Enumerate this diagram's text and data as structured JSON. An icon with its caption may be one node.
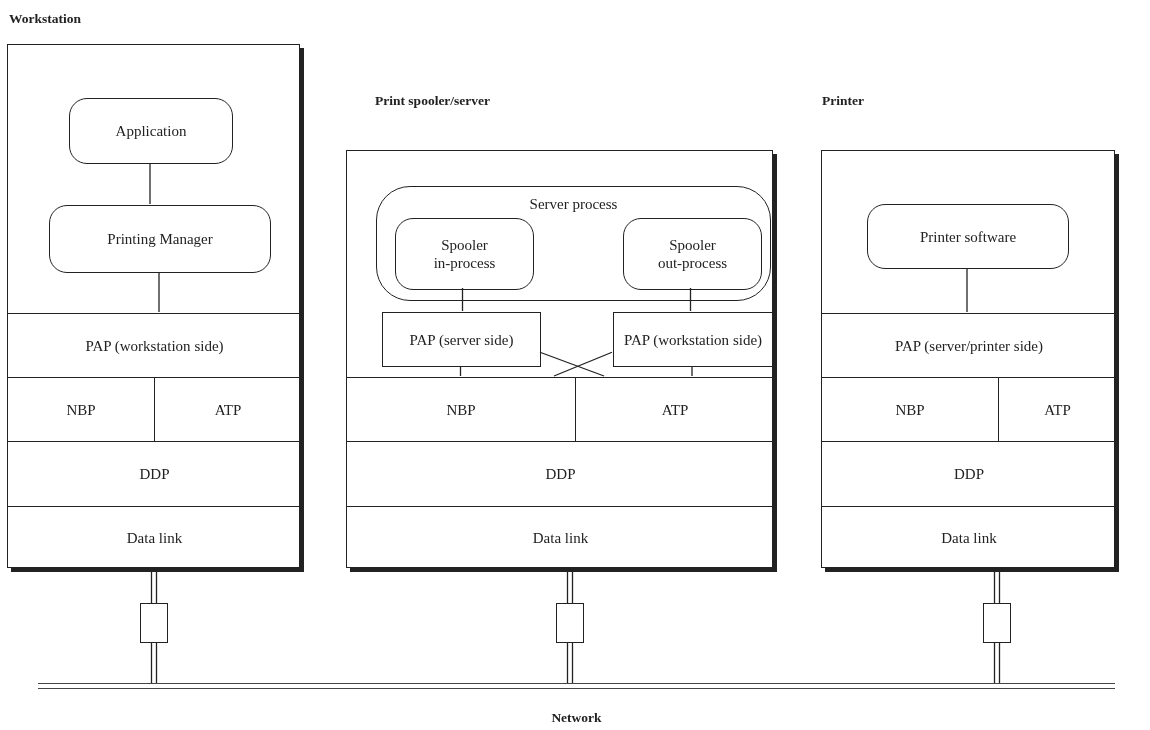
{
  "diagram": {
    "nodes": [
      {
        "text": [
          "Workstation"
        ]
      },
      {
        "text": [
          "Application"
        ],
        "in": 0
      },
      {
        "text": [
          "Printing Manager"
        ],
        "in": 0
      },
      {
        "text": [
          "PAP (workstation side)"
        ],
        "in": 0
      },
      {
        "text": [
          "NBP"
        ],
        "in": 0
      },
      {
        "text": [
          "ATP"
        ],
        "in": 0
      },
      {
        "text": [
          "DDP"
        ],
        "in": 0
      },
      {
        "text": [
          "Data link"
        ],
        "in": 0
      },
      {
        "text": [
          "Print spooler/server"
        ]
      },
      {
        "text": [
          "Server process"
        ],
        "in": 8
      },
      {
        "text": [
          "Spooler in-process"
        ],
        "in": 9
      },
      {
        "text": [
          "Spooler out-process"
        ],
        "in": 9
      },
      {
        "text": [
          "PAP (server side)"
        ],
        "in": 8
      },
      {
        "text": [
          "PAP (workstation side)"
        ],
        "in": 8
      },
      {
        "text": [
          "NBP"
        ],
        "in": 8
      },
      {
        "text": [
          "ATP"
        ],
        "in": 8
      },
      {
        "text": [
          "DDP"
        ],
        "in": 8
      },
      {
        "text": [
          "Data link"
        ],
        "in": 8
      },
      {
        "text": [
          "Printer"
        ]
      },
      {
        "text": [
          "Printer software"
        ],
        "in": 18
      },
      {
        "text": [
          "PAP (server/printer side)"
        ],
        "in": 18
      },
      {
        "text": [
          "NBP"
        ],
        "in": 18
      },
      {
        "text": [
          "ATP"
        ],
        "in": 18
      },
      {
        "text": [
          "DDP"
        ],
        "in": 18
      },
      {
        "text": [
          "Data link"
        ],
        "in": 18
      },
      {
        "text": [],
        "shape": "box"
      },
      {
        "text": [],
        "shape": "box"
      },
      {
        "text": [],
        "shape": "box"
      },
      {
        "text": [],
        "shape": "cable",
        "beside": [
          "Network"
        ]
      }
    ],
    "edges": [
      {
        "from": 1,
        "to": 2,
        "arrow": "none"
      },
      {
        "from": 2,
        "to": 3,
        "arrow": "none"
      },
      {
        "from": 10,
        "to": 12,
        "arrow": "none"
      },
      {
        "from": 11,
        "to": 13,
        "arrow": "none"
      },
      {
        "from": 12,
        "to": 14,
        "arrow": "none"
      },
      {
        "from": 12,
        "to": 15,
        "arrow": "none"
      },
      {
        "from": 13,
        "to": 14,
        "arrow": "none"
      },
      {
        "from": 13,
        "to": 15,
        "arrow": "none"
      },
      {
        "from": 19,
        "to": 20,
        "arrow": "none"
      },
      {
        "from": 7,
        "to": 25,
        "arrow": "none"
      },
      {
        "from": 17,
        "to": 26,
        "arrow": "none"
      },
      {
        "from": 24,
        "to": 27,
        "arrow": "none"
      },
      {
        "from": 25,
        "to": 28,
        "arrow": "none"
      },
      {
        "from": 26,
        "to": 28,
        "arrow": "none"
      },
      {
        "from": 27,
        "to": 28,
        "arrow": "none"
      }
    ]
  }
}
